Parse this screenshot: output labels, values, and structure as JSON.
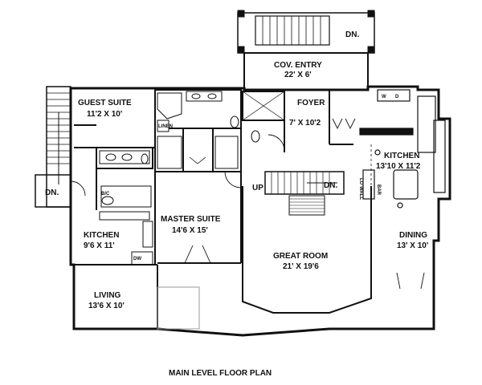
{
  "caption": "MAIN LEVEL FLOOR PLAN",
  "rooms": {
    "cov_entry": {
      "name": "COV. ENTRY",
      "dims": "22' X 6'"
    },
    "foyer": {
      "name": "FOYER",
      "dims": "7' X 10'2"
    },
    "guest_suite": {
      "name": "GUEST SUITE",
      "dims": "11'2 X 10'"
    },
    "master_suite": {
      "name": "MASTER SUITE",
      "dims": "14'6 X 15'"
    },
    "great_room": {
      "name": "GREAT ROOM",
      "dims": "21' X 19'6"
    },
    "kitchen_main": {
      "name": "KITCHEN",
      "dims": "13'10 X 11'2"
    },
    "dining": {
      "name": "DINING",
      "dims": "13' X 10'"
    },
    "kitchen_suite": {
      "name": "KITCHEN",
      "dims": "9'6 X 11'"
    },
    "living": {
      "name": "LIVING",
      "dims": "13'6 X 10'"
    }
  },
  "stair_labels": {
    "top_down": "DN.",
    "left_down": "DN.",
    "main_up": "UP",
    "main_down": "DN."
  },
  "fixtures": {
    "linen": "LINEN",
    "washer": "W",
    "dryer": "D",
    "bc": "B/C",
    "dw": "DW",
    "bar": "BAR",
    "lo_wall": "LO WALL"
  }
}
